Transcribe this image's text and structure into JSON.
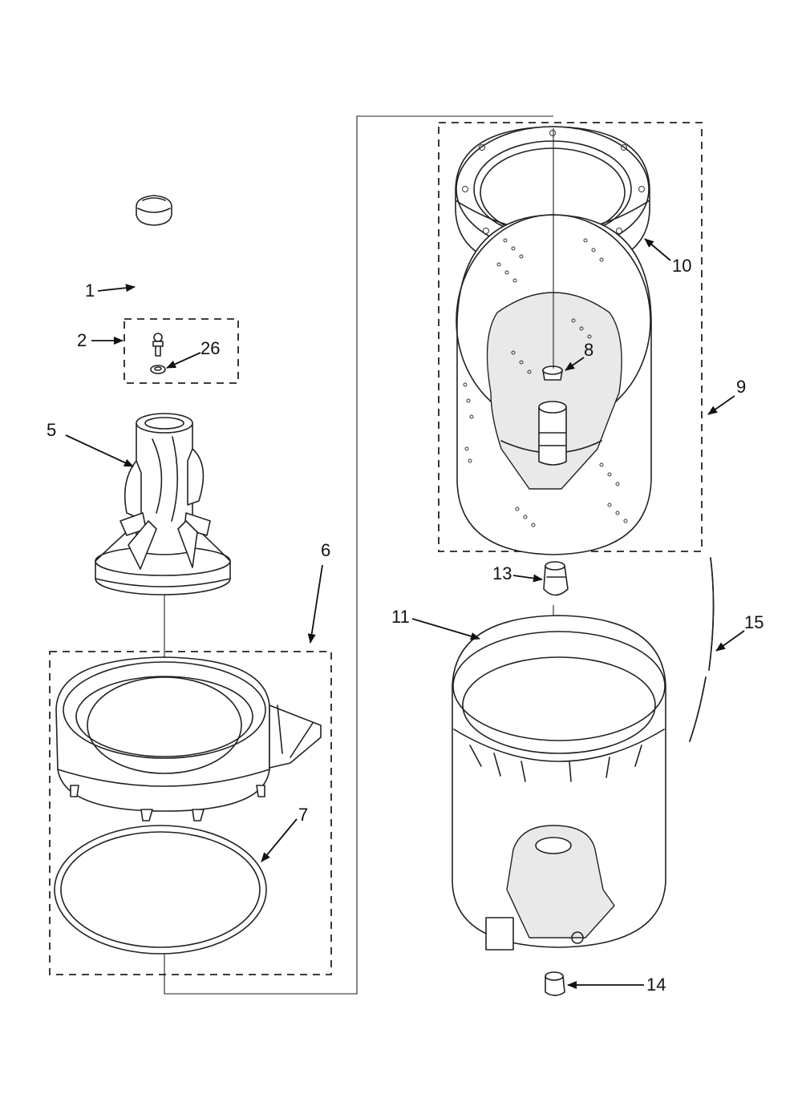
{
  "callouts": [
    {
      "id": "1",
      "label": "1"
    },
    {
      "id": "2",
      "label": "2"
    },
    {
      "id": "26",
      "label": "26"
    },
    {
      "id": "5",
      "label": "5"
    },
    {
      "id": "6",
      "label": "6"
    },
    {
      "id": "7",
      "label": "7"
    },
    {
      "id": "8",
      "label": "8"
    },
    {
      "id": "9",
      "label": "9"
    },
    {
      "id": "10",
      "label": "10"
    },
    {
      "id": "11",
      "label": "11"
    },
    {
      "id": "13",
      "label": "13"
    },
    {
      "id": "14",
      "label": "14"
    },
    {
      "id": "15",
      "label": "15"
    }
  ]
}
